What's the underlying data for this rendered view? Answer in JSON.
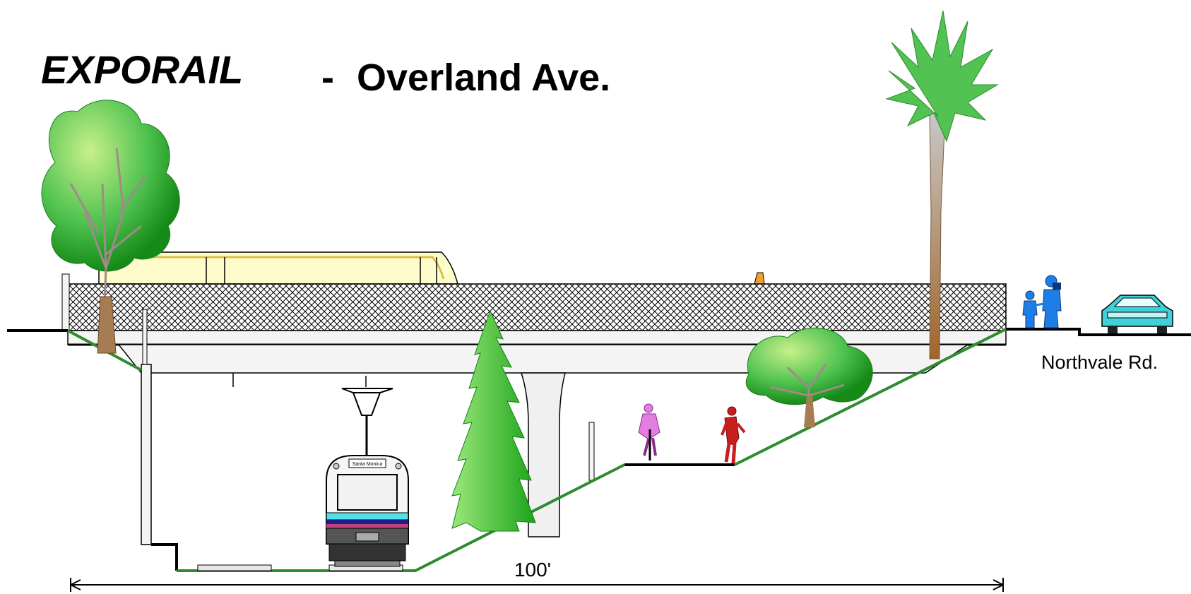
{
  "title": {
    "brand": "EXPORAIL",
    "separator": " - ",
    "street": "Overland Ave."
  },
  "labels": {
    "side_street": "Northvale Rd.",
    "dimension": "100'"
  },
  "train_sign": "Santa Monica",
  "colors": {
    "ground_line": "#2e8b2e",
    "deck_pattern": "#000000",
    "tree_green": "#3cb53c",
    "bicyclist": "#e27ee2",
    "runner": "#c81e1e",
    "pedestrians": "#1e7ee6",
    "car": "#3fd0d8",
    "bus_fill": "#fffccc",
    "palm_trunk": "#a67c52"
  }
}
